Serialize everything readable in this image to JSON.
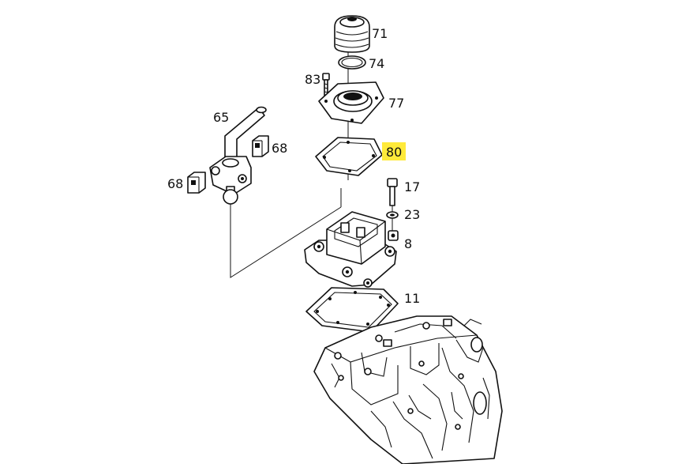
{
  "callouts": [
    {
      "id": "71",
      "label": "71"
    },
    {
      "id": "74",
      "label": "74"
    },
    {
      "id": "83",
      "label": "83"
    },
    {
      "id": "77",
      "label": "77"
    },
    {
      "id": "65",
      "label": "65"
    },
    {
      "id": "68a",
      "label": "68"
    },
    {
      "id": "80",
      "label": "80",
      "highlighted": true
    },
    {
      "id": "68b",
      "label": "68"
    },
    {
      "id": "17",
      "label": "17"
    },
    {
      "id": "23",
      "label": "23"
    },
    {
      "id": "8",
      "label": "8"
    },
    {
      "id": "11",
      "label": "11"
    }
  ],
  "highlight_color": "#ffea3a"
}
